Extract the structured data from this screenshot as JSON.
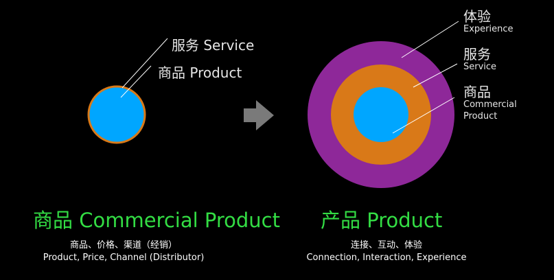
{
  "colors": {
    "background": "#000000",
    "cyan": "#00a6ff",
    "orange": "#d97918",
    "purple": "#8e2899",
    "green": "#33dd44",
    "arrow": "#7a7a7a"
  },
  "left": {
    "label_service": "服务 Service",
    "label_product": "商品 Product",
    "title": "商品 Commercial Product",
    "caption_cn": "商品、价格、渠道（经销）",
    "caption_en": "Product, Price, Channel (Distributor)"
  },
  "right": {
    "label_experience_cn": "体验",
    "label_experience_en": "Experience",
    "label_service_cn": "服务",
    "label_service_en": "Service",
    "label_product_cn": "商品",
    "label_product_en_1": "Commercial",
    "label_product_en_2": "Product",
    "title": "产品 Product",
    "caption_cn": "连接、互动、体验",
    "caption_en": "Connection, Interaction, Experience"
  },
  "arrow_icon": "right-arrow-icon"
}
